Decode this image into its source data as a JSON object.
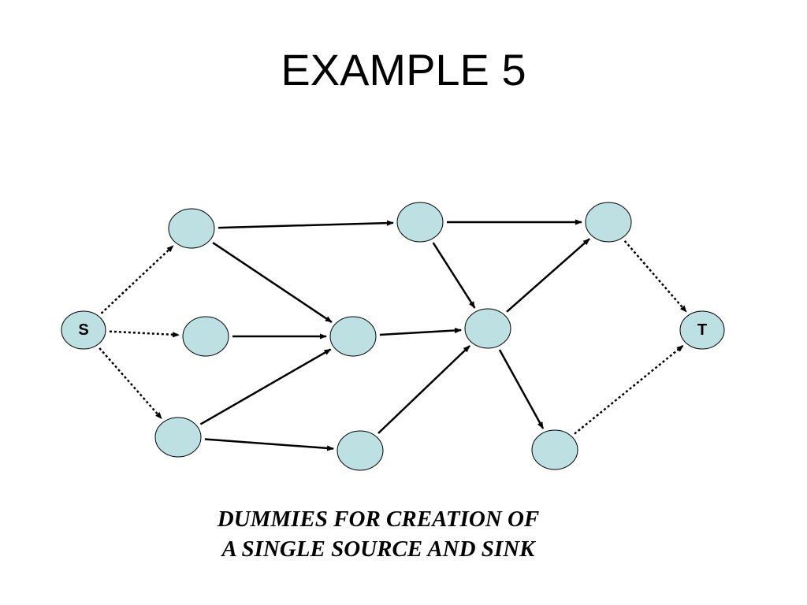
{
  "slide": {
    "title": "EXAMPLE 5",
    "caption": [
      "DUMMIES FOR CREATION OF",
      "A SINGLE SOURCE AND SINK"
    ]
  },
  "colors": {
    "node_fill": "#bde0e3",
    "stroke": "#000000",
    "background": "#ffffff"
  },
  "network": {
    "nodes": [
      {
        "id": "S",
        "label": "S"
      },
      {
        "id": "A",
        "label": ""
      },
      {
        "id": "B",
        "label": ""
      },
      {
        "id": "C",
        "label": ""
      },
      {
        "id": "D",
        "label": ""
      },
      {
        "id": "E",
        "label": ""
      },
      {
        "id": "F",
        "label": ""
      },
      {
        "id": "G",
        "label": ""
      },
      {
        "id": "H",
        "label": ""
      },
      {
        "id": "I",
        "label": ""
      },
      {
        "id": "T",
        "label": "T"
      }
    ],
    "edges": [
      {
        "from": "S",
        "to": "A",
        "style": "dotted"
      },
      {
        "from": "S",
        "to": "B",
        "style": "dotted"
      },
      {
        "from": "S",
        "to": "C",
        "style": "dotted"
      },
      {
        "from": "A",
        "to": "D",
        "style": "solid"
      },
      {
        "from": "A",
        "to": "E",
        "style": "solid"
      },
      {
        "from": "B",
        "to": "E",
        "style": "solid"
      },
      {
        "from": "C",
        "to": "E",
        "style": "solid"
      },
      {
        "from": "C",
        "to": "F",
        "style": "solid"
      },
      {
        "from": "D",
        "to": "H",
        "style": "solid"
      },
      {
        "from": "D",
        "to": "G",
        "style": "solid"
      },
      {
        "from": "E",
        "to": "G",
        "style": "solid"
      },
      {
        "from": "F",
        "to": "G",
        "style": "solid"
      },
      {
        "from": "G",
        "to": "H",
        "style": "solid"
      },
      {
        "from": "G",
        "to": "I",
        "style": "solid"
      },
      {
        "from": "H",
        "to": "T",
        "style": "dotted"
      },
      {
        "from": "I",
        "to": "T",
        "style": "dotted"
      }
    ]
  }
}
